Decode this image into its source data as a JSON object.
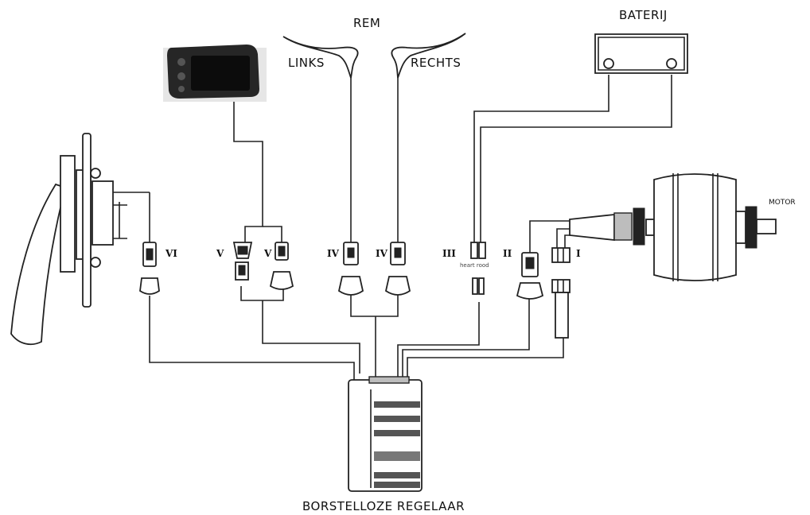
{
  "labels": {
    "brake": "REM",
    "brake_left": "LINKS",
    "brake_right": "RECHTS",
    "battery": "BATERIJ",
    "motor": "MOTOR",
    "controller": "BORSTELLOZE REGELAAR"
  },
  "connectors": {
    "vi": "VI",
    "v_a": "V",
    "v_b": "V",
    "iv_a": "IV",
    "iv_b": "IV",
    "iii": "III",
    "ii": "II",
    "i": "I"
  },
  "tiny": {
    "heart_rood": "heart rood"
  }
}
